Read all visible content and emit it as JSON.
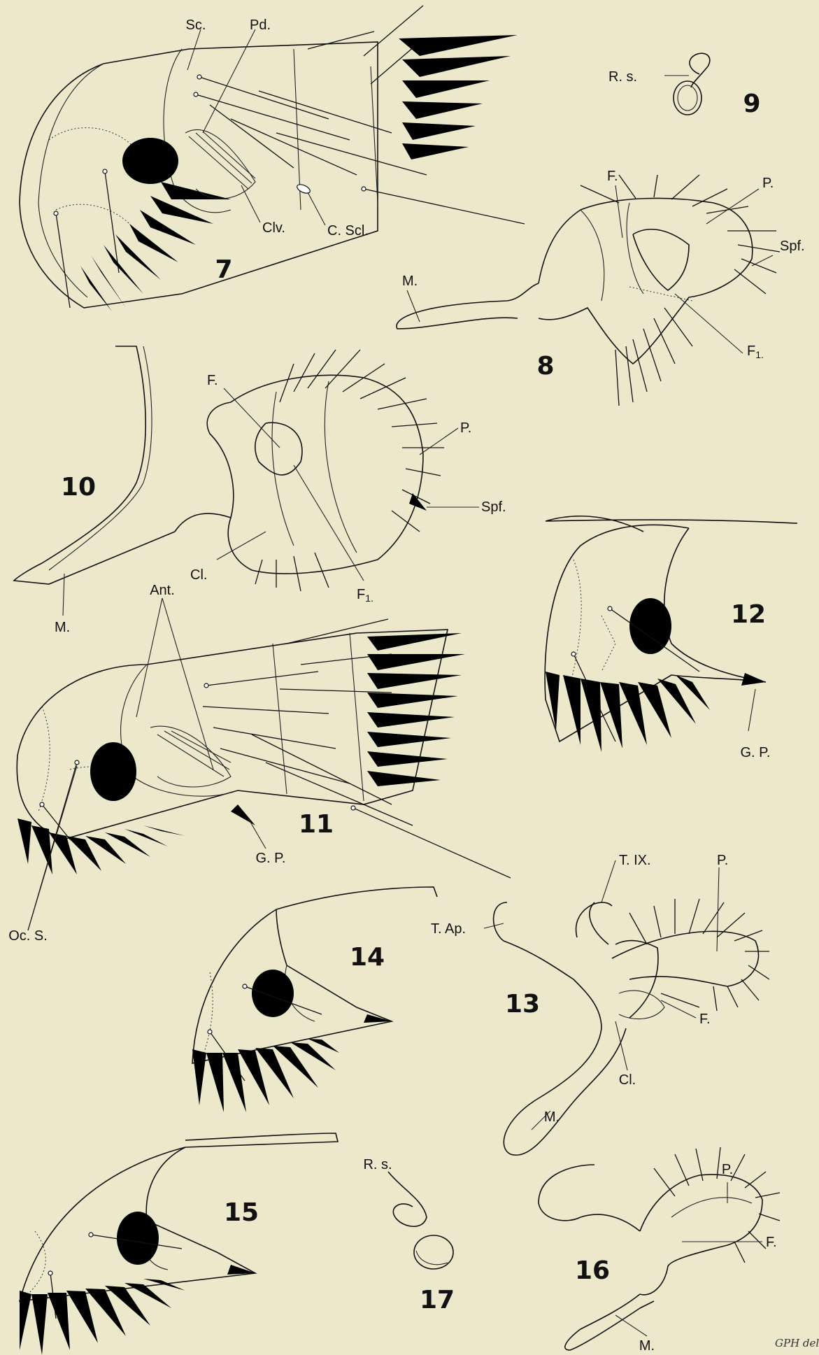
{
  "figures": {
    "fig7": {
      "number": "7",
      "labels": {
        "sc": "Sc.",
        "pd": "Pd.",
        "clv": "Clv.",
        "csc": "C. Scl."
      }
    },
    "fig8": {
      "number": "8",
      "labels": {
        "f": "F.",
        "p": "P.",
        "spf": "Spf.",
        "m": "M.",
        "f1": "F",
        "f1sub": "1."
      }
    },
    "fig9": {
      "number": "9",
      "labels": {
        "rs": "R. s."
      }
    },
    "fig10": {
      "number": "10",
      "labels": {
        "f": "F.",
        "p": "P.",
        "spf": "Spf.",
        "cl": "Cl.",
        "m": "M.",
        "f1": "F",
        "f1sub": "1."
      }
    },
    "fig11": {
      "number": "11",
      "labels": {
        "ant": "Ant.",
        "gp": "G. P.",
        "ocs": "Oc. S."
      }
    },
    "fig12": {
      "number": "12",
      "labels": {
        "gp": "G. P."
      }
    },
    "fig13": {
      "number": "13",
      "labels": {
        "tix": "T. IX.",
        "tap": "T. Ap.",
        "p": "P.",
        "f": "F.",
        "cl": "Cl.",
        "m": "M."
      }
    },
    "fig14": {
      "number": "14"
    },
    "fig15": {
      "number": "15"
    },
    "fig16": {
      "number": "16",
      "labels": {
        "p": "P.",
        "f": "F.",
        "m": "M."
      }
    },
    "fig17": {
      "number": "17",
      "labels": {
        "rs": "R. s."
      }
    }
  },
  "signature": "GPH del.",
  "colors": {
    "paper": "#ece8cc",
    "ink": "#111111"
  }
}
